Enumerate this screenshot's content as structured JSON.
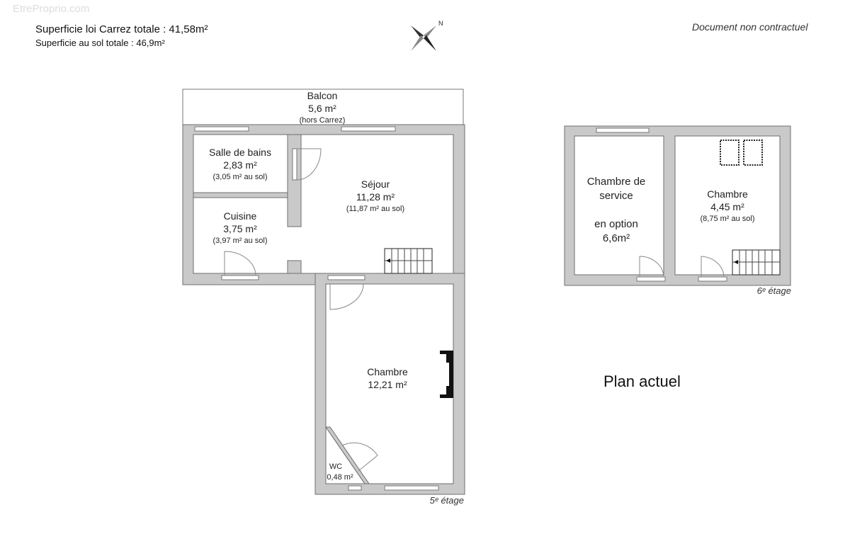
{
  "header": {
    "watermark": "EtreProprio.com",
    "carrez_total": "Superficie loi Carrez totale : 41,58m²",
    "sol_total": "Superficie au sol totale : 46,9m²",
    "disclaimer": "Document non contractuel",
    "compass_letter": "N"
  },
  "floor5": {
    "label": "5ᵉ étage",
    "rooms": [
      {
        "name": "Balcon",
        "area": "5,6 m²",
        "note": "(hors Carrez)"
      },
      {
        "name": "Salle de bains",
        "area": "2,83 m²",
        "note": "(3,05 m² au sol)"
      },
      {
        "name": "Séjour",
        "area": "11,28 m²",
        "note": "(11,87 m² au sol)"
      },
      {
        "name": "Cuisine",
        "area": "3,75 m²",
        "note": "(3,97 m² au sol)"
      },
      {
        "name": "Chambre",
        "area": "12,21 m²"
      },
      {
        "name": "WC",
        "area": "0,48 m²"
      }
    ]
  },
  "floor6": {
    "label": "6ᵉ étage",
    "rooms": [
      {
        "name": "Chambre de",
        "name2": "service",
        "option": "en option",
        "area": "6,6m²"
      },
      {
        "name": "Chambre",
        "area": "4,45  m²",
        "note": "(8,75 m² au sol)"
      }
    ]
  },
  "plan_title": "Plan actuel"
}
